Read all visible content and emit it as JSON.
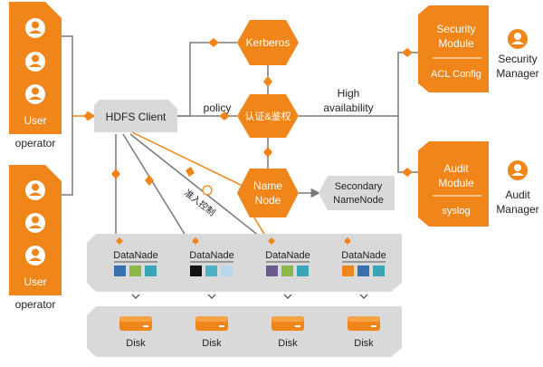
{
  "colors": {
    "orange": "#f08519",
    "gray_panel": "#d9d9d9",
    "gray_line": "#7a7a7a",
    "white": "#ffffff",
    "text": "#222222"
  },
  "operators": [
    {
      "label": "User",
      "caption": "operator"
    },
    {
      "label": "User",
      "caption": "operator"
    }
  ],
  "hdfs_client": {
    "label": "HDFS Client"
  },
  "policy_label": "policy",
  "access_label": "准入控制",
  "kerberos": {
    "label": "Kerberos"
  },
  "auth": {
    "label": "认证&鉴权"
  },
  "namenode": {
    "line1": "Name",
    "line2": "Node"
  },
  "secondary_namenode": {
    "line1": "Secondary",
    "line2": "NameNode"
  },
  "high_availability": {
    "line1": "High",
    "line2": "availability"
  },
  "security_module": {
    "line1": "Security",
    "line2": "Module",
    "line3": "ACL Config"
  },
  "security_manager": {
    "line1": "Security",
    "line2": "Manager"
  },
  "audit_module": {
    "line1": "Audit",
    "line2": "Module",
    "line3": "syslog"
  },
  "audit_manager": {
    "line1": "Audit",
    "line2": "Manager"
  },
  "datanodes": [
    {
      "label": "DataNade",
      "colors": [
        "#3a6fb0",
        "#8cb84a",
        "#3aa6b5"
      ]
    },
    {
      "label": "DataNade",
      "colors": [
        "#111111",
        "#4fb2c4",
        "#b9d7ea"
      ]
    },
    {
      "label": "DataNade",
      "colors": [
        "#6b5a8f",
        "#8cb84a",
        "#3aa6b5"
      ]
    },
    {
      "label": "DataNade",
      "colors": [
        "#f08519",
        "#3a6fb0",
        "#3aa6b5"
      ]
    }
  ],
  "disks": [
    {
      "label": "Disk"
    },
    {
      "label": "Disk"
    },
    {
      "label": "Disk"
    },
    {
      "label": "Disk"
    }
  ]
}
